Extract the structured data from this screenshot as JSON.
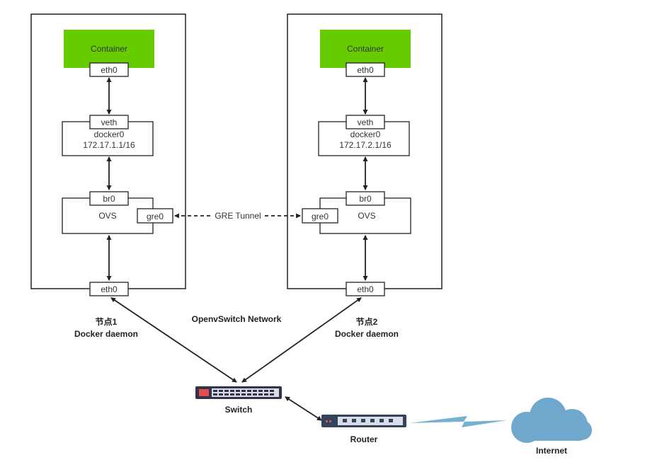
{
  "colors": {
    "container_fill": "#66cc00",
    "internet_cloud": "#6fa8cc",
    "router_link": "#78b0cf",
    "switch_body": "#33334d",
    "router_body": "#34435c"
  },
  "node1": {
    "container": "Container",
    "eth0_top": "eth0",
    "veth": "veth",
    "bridge_name": "docker0",
    "bridge_ip": "172.17.1.1/16",
    "br0": "br0",
    "ovs": "OVS",
    "gre0": "gre0",
    "eth0_bottom": "eth0",
    "label_line1": "节点1",
    "label_line2": "Docker daemon"
  },
  "node2": {
    "container": "Container",
    "eth0_top": "eth0",
    "veth": "veth",
    "bridge_name": "docker0",
    "bridge_ip": "172.17.2.1/16",
    "br0": "br0",
    "ovs": "OVS",
    "gre0": "gre0",
    "eth0_bottom": "eth0",
    "label_line1": "节点2",
    "label_line2": "Docker daemon"
  },
  "tunnel_label": "GRE Tunnel",
  "network_label": "OpenvSwitch Network",
  "switch_label": "Switch",
  "router_label": "Router",
  "internet_label": "Internet",
  "icons": [
    "switch-icon",
    "router-icon",
    "cloud-icon"
  ]
}
